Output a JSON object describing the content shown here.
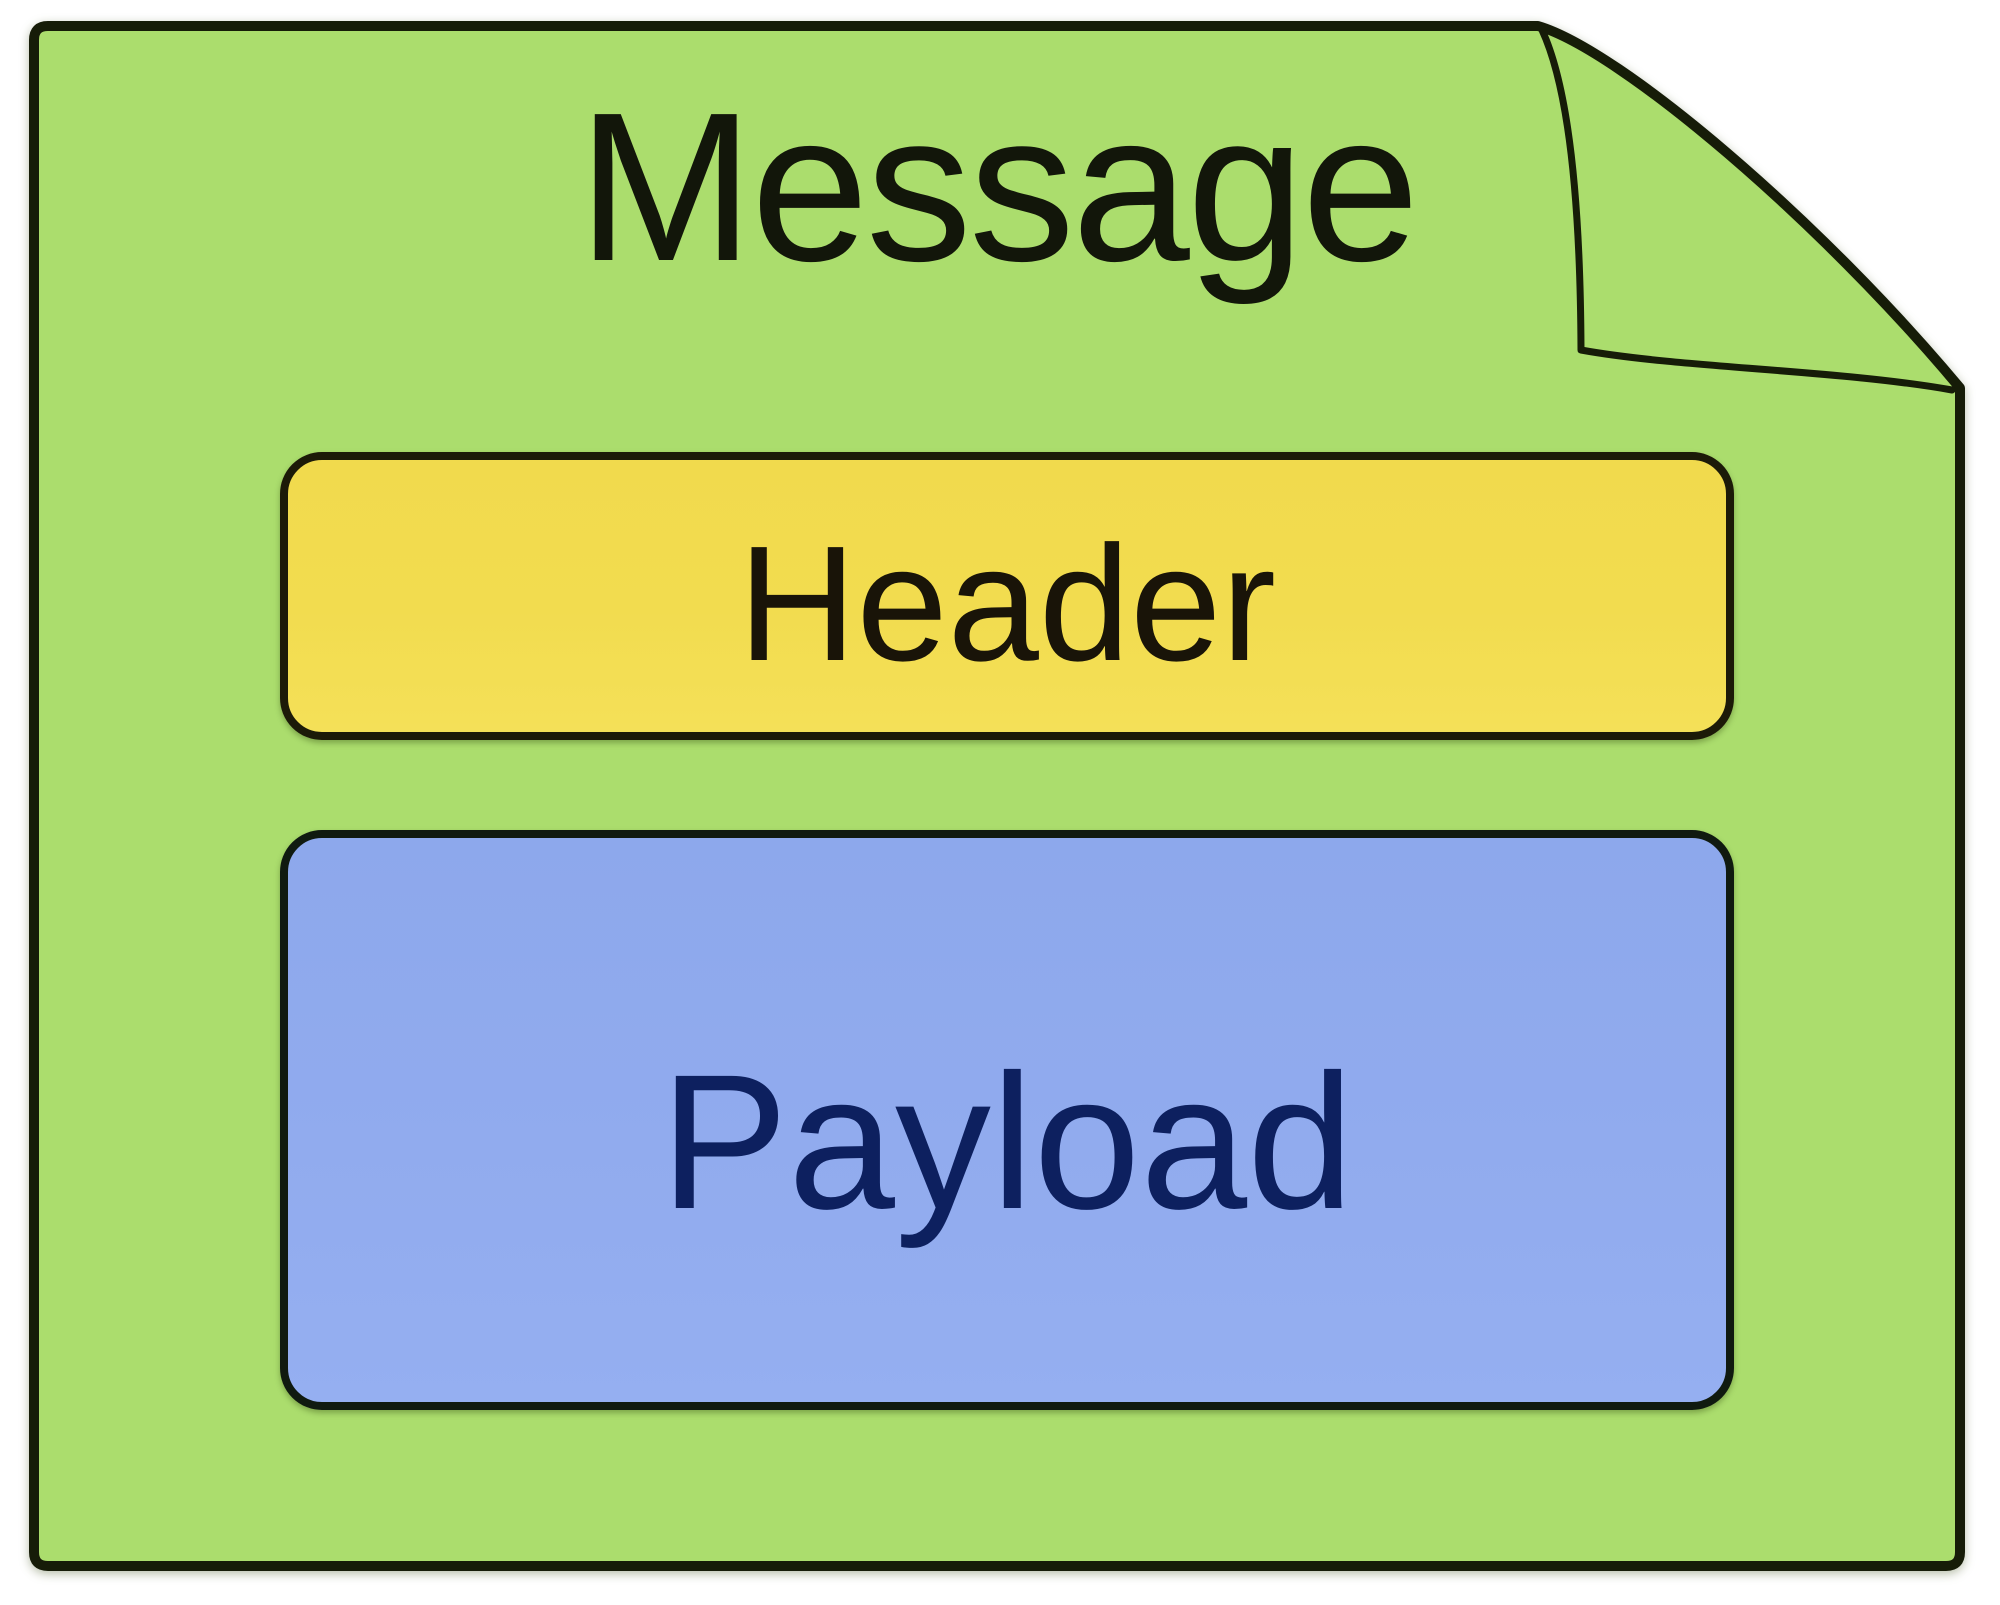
{
  "diagram": {
    "title": "Message",
    "document_shape": "note-with-folded-corner",
    "blocks": [
      {
        "label": "Header",
        "fill": "#f2dc4f",
        "text_color": "#191408"
      },
      {
        "label": "Payload",
        "fill": "#91abee",
        "text_color": "#0d205f"
      }
    ]
  },
  "colors": {
    "doc_fill": "#abdd6d",
    "doc_border": "#161c08",
    "header_fill": "#f2dc4f",
    "header_border": "#1c1a08",
    "header_text": "#191408",
    "payload_fill": "#91abee",
    "payload_border": "#101a10",
    "payload_text": "#0d205f",
    "title_text": "#12160a",
    "background": "#ffffff"
  }
}
